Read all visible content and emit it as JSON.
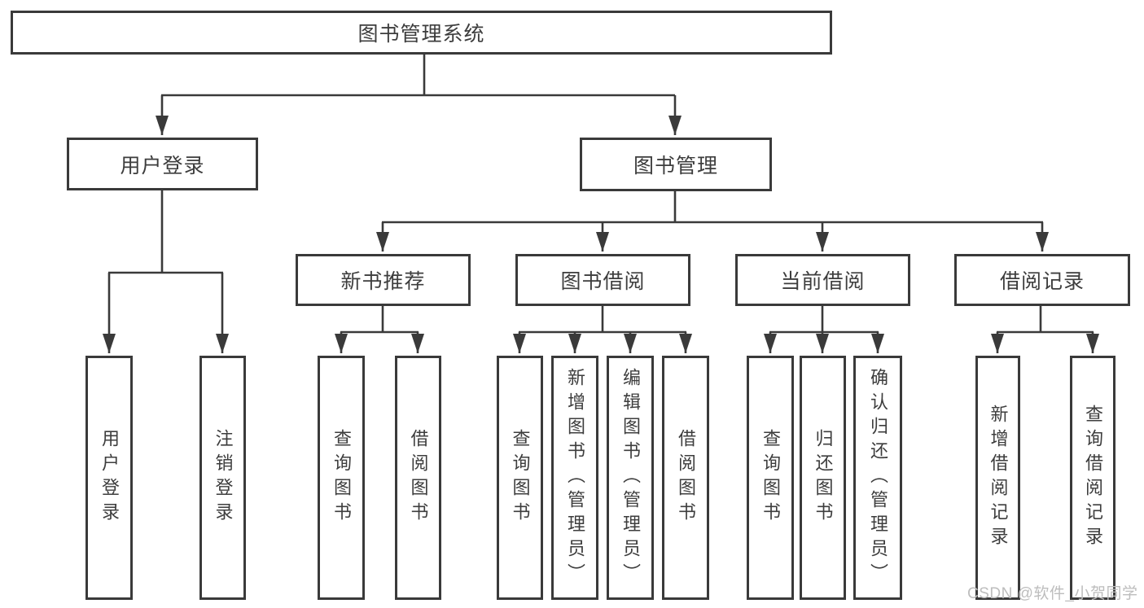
{
  "tree": {
    "root": {
      "label": "图书管理系统"
    },
    "branches": [
      {
        "label": "用户登录",
        "children": [
          {
            "label": "用户登录"
          },
          {
            "label": "注销登录"
          }
        ]
      },
      {
        "label": "图书管理",
        "children": [
          {
            "label": "新书推荐",
            "children": [
              {
                "label": "查询图书"
              },
              {
                "label": "借阅图书"
              }
            ]
          },
          {
            "label": "图书借阅",
            "children": [
              {
                "label": "查询图书"
              },
              {
                "label": "新增图书（管理员）"
              },
              {
                "label": "编辑图书（管理员）"
              },
              {
                "label": "借阅图书"
              }
            ]
          },
          {
            "label": "当前借阅",
            "children": [
              {
                "label": "查询图书"
              },
              {
                "label": "归还图书"
              },
              {
                "label": "确认归还（管理员）"
              }
            ]
          },
          {
            "label": "借阅记录",
            "children": [
              {
                "label": "新增借阅记录"
              },
              {
                "label": "查询借阅记录"
              }
            ]
          }
        ]
      }
    ]
  },
  "watermark": "CSDN @软件_小贺同学",
  "colors": {
    "line": "#3a3a3a",
    "box_border": "#3a3a3a",
    "text": "#3d3d3d",
    "watermark": "#bdbdbd",
    "background": "#ffffff"
  }
}
